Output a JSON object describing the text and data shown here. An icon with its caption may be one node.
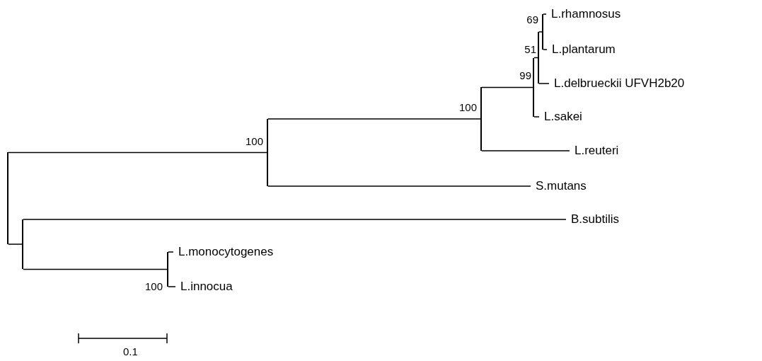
{
  "diagram": {
    "nodes": [
      {
        "text": [],
        "shape": "bar"
      },
      {
        "text": [],
        "shape": "bar",
        "beside": [
          "100"
        ]
      },
      {
        "text": [],
        "shape": "bar",
        "beside": [
          "100"
        ]
      },
      {
        "text": [],
        "shape": "bar",
        "beside": [
          "99"
        ]
      },
      {
        "text": [],
        "shape": "bar",
        "beside": [
          "51"
        ]
      },
      {
        "text": [],
        "shape": "bar",
        "beside": [
          "69"
        ]
      },
      {
        "text": [
          "L.rhamnosus"
        ]
      },
      {
        "text": [
          "L.plantarum"
        ]
      },
      {
        "text": [
          "L.delbrueckii UFVH2b20"
        ]
      },
      {
        "text": [
          "L.sakei"
        ]
      },
      {
        "text": [
          "L.reuteri"
        ]
      },
      {
        "text": [
          "S.mutans"
        ]
      },
      {
        "text": [],
        "shape": "bar"
      },
      {
        "text": [
          "B.subtilis"
        ]
      },
      {
        "text": [],
        "shape": "bar",
        "beside": [
          "100"
        ]
      },
      {
        "text": [
          "L.monocytogenes"
        ]
      },
      {
        "text": [
          "L.innocua"
        ]
      }
    ],
    "edges": [
      {
        "from": 0,
        "to": 1,
        "arrow": "none"
      },
      {
        "from": 0,
        "to": 12,
        "arrow": "none"
      },
      {
        "from": 1,
        "to": 2,
        "arrow": "none"
      },
      {
        "from": 1,
        "to": 11,
        "arrow": "none"
      },
      {
        "from": 2,
        "to": 3,
        "arrow": "none"
      },
      {
        "from": 2,
        "to": 10,
        "arrow": "none"
      },
      {
        "from": 3,
        "to": 4,
        "arrow": "none"
      },
      {
        "from": 3,
        "to": 9,
        "arrow": "none"
      },
      {
        "from": 4,
        "to": 5,
        "arrow": "none"
      },
      {
        "from": 4,
        "to": 8,
        "arrow": "none"
      },
      {
        "from": 5,
        "to": 6,
        "arrow": "none"
      },
      {
        "from": 5,
        "to": 7,
        "arrow": "none"
      },
      {
        "from": 12,
        "to": 13,
        "arrow": "none"
      },
      {
        "from": 12,
        "to": 14,
        "arrow": "none"
      },
      {
        "from": 14,
        "to": 15,
        "arrow": "none"
      },
      {
        "from": 14,
        "to": 16,
        "arrow": "none"
      }
    ],
    "labels": [
      "0.1"
    ]
  }
}
